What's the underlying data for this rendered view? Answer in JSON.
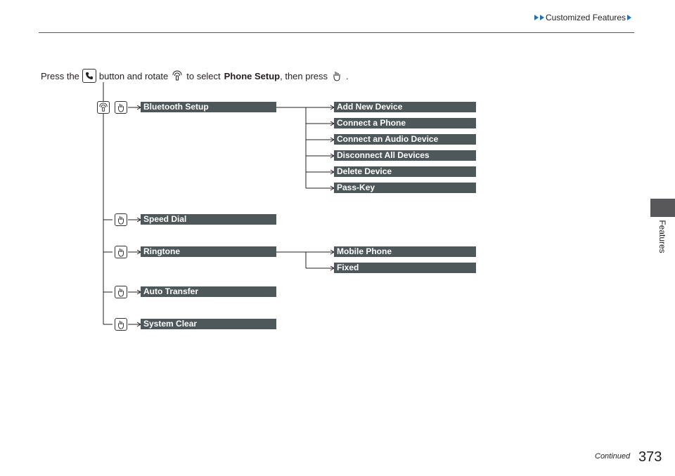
{
  "header": {
    "section": "Customized Features"
  },
  "side_tab": {
    "label": "Features"
  },
  "instruction": {
    "part1": "Press the",
    "part2": "button and rotate",
    "part3": "to select",
    "bold": "Phone Setup",
    "part4": ", then press",
    "part5": "."
  },
  "menu": {
    "bluetooth_setup": "Bluetooth Setup",
    "bluetooth_children": [
      "Add New Device",
      "Connect a Phone",
      "Connect an Audio Device",
      "Disconnect All Devices",
      "Delete Device",
      "Pass-Key"
    ],
    "speed_dial": "Speed Dial",
    "ringtone": "Ringtone",
    "ringtone_children": [
      "Mobile Phone",
      "Fixed"
    ],
    "auto_transfer": "Auto Transfer",
    "system_clear": "System Clear"
  },
  "footer": {
    "continued": "Continued",
    "page_number": "373"
  },
  "colors": {
    "menu_box": "#4e5759",
    "header_arrow": "#1f6fb2",
    "side_tab": "#58585a"
  }
}
